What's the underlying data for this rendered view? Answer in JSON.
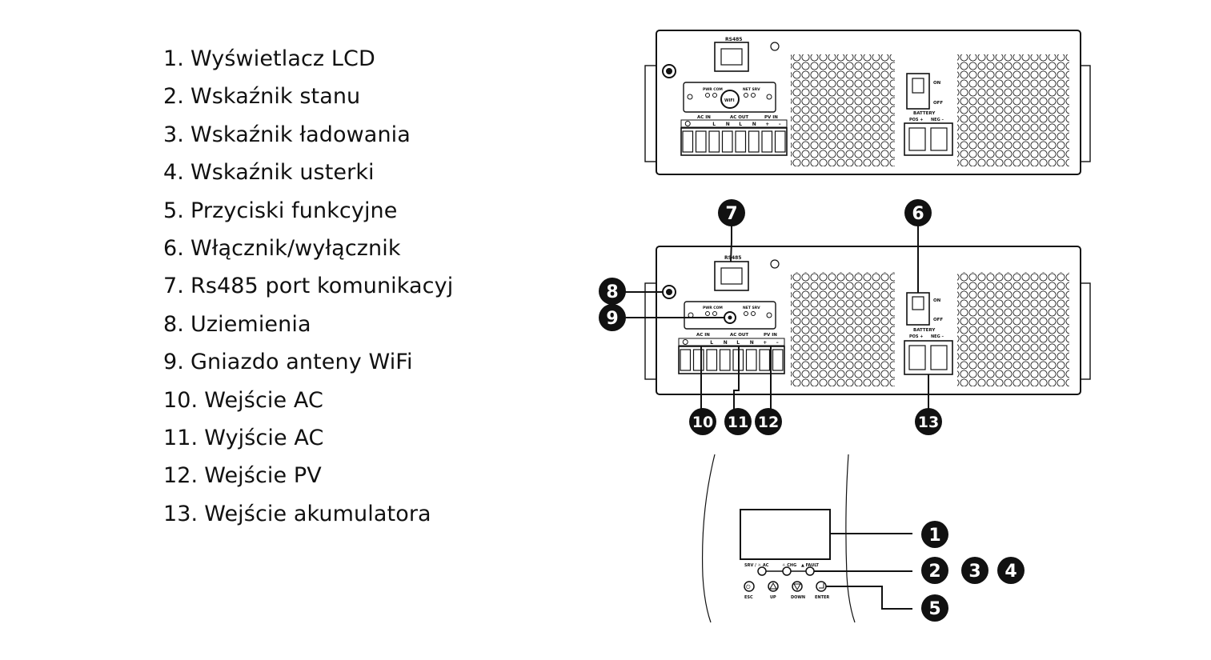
{
  "legend": [
    {
      "num": "1.",
      "text": "Wyświetlacz LCD"
    },
    {
      "num": "2.",
      "text": "Wskaźnik stanu"
    },
    {
      "num": "3.",
      "text": "Wskaźnik ładowania"
    },
    {
      "num": "4.",
      "text": "Wskaźnik usterki"
    },
    {
      "num": "5.",
      "text": "Przyciski funkcyjne"
    },
    {
      "num": "6.",
      "text": "Włącznik/wyłącznik"
    },
    {
      "num": "7.",
      "text": "Rs485 port komunikacyjny"
    },
    {
      "num": "8.",
      "text": "Uziemienia"
    },
    {
      "num": "9.",
      "text": "Gniazdo anteny WiFi"
    },
    {
      "num": "10.",
      "text": "Wejście AC"
    },
    {
      "num": "11.",
      "text": "Wyjście AC"
    },
    {
      "num": "12.",
      "text": "Wejście PV"
    },
    {
      "num": "13.",
      "text": "Wejście akumulatora"
    }
  ],
  "panel": {
    "rs485": "RS485",
    "on": "ON",
    "off": "OFF",
    "battery": "BATTERY",
    "pos": "POS +",
    "neg": "NEG –",
    "ac_in": "AC IN",
    "ac_out": "AC OUT",
    "pv_in": "PV IN",
    "wifi": "WIFI",
    "pwr_com": "PWR COM",
    "net_srv": "NET SRV",
    "l": "L",
    "n": "N",
    "plus": "+",
    "minus": "–"
  },
  "front": {
    "led_labels": [
      "SRV / ☼ AC",
      "☼ CHG",
      "▲ FAULT"
    ],
    "buttons": [
      "ESC",
      "UP",
      "DOWN",
      "ENTER"
    ],
    "button_icons": [
      "power-icon",
      "up-triangle-icon",
      "down-triangle-icon",
      "enter-icon"
    ]
  },
  "callouts": [
    "1",
    "2",
    "3",
    "4",
    "5",
    "6",
    "7",
    "8",
    "9",
    "10",
    "11",
    "12",
    "13"
  ]
}
